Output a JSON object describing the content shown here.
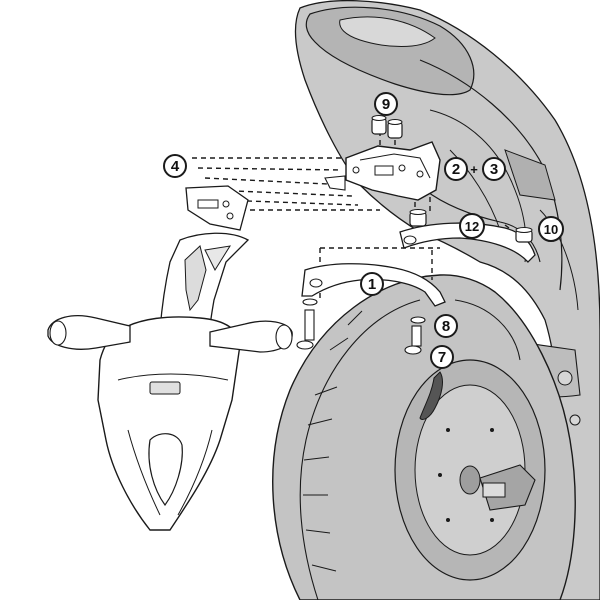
{
  "callouts": {
    "c1": "1",
    "c2": "2",
    "c3": "3",
    "c4": "4",
    "c7": "7",
    "c8": "8",
    "c9": "9",
    "c10": "10",
    "c12": "12",
    "plus": "+"
  },
  "colors": {
    "body_fill": "#c9c9c9",
    "body_dark": "#a8a8a8",
    "outline": "#1a1a1a",
    "part_fill": "#ffffff"
  }
}
